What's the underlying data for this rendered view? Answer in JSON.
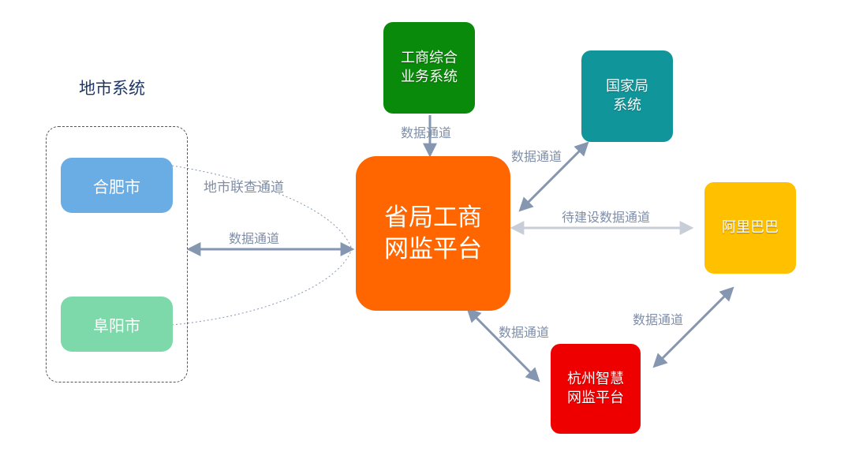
{
  "title": "地市系统",
  "nodes": {
    "hefei": "合肥市",
    "fuyang": "阜阳市",
    "central_line1": "省局工商",
    "central_line2": "网监平台",
    "gongshang_line1": "工商综合",
    "gongshang_line2": "业务系统",
    "guojiaju_line1": "国家局",
    "guojiaju_line2": "系统",
    "alibaba": "阿里巴巴",
    "hangzhou_line1": "杭州智慧",
    "hangzhou_line2": "网监平台"
  },
  "labels": {
    "city_link": "地市联查通道",
    "data_left": "数据通道",
    "data_top": "数据通道",
    "data_guojiaju": "数据通道",
    "pending": "待建设数据通道",
    "data_hangzhou": "数据通道",
    "data_alibaba": "数据通道"
  },
  "colors": {
    "hefei": "#6aade4",
    "fuyang": "#7dd9aa",
    "central": "#ff6600",
    "gongshang": "#0a8a0a",
    "guojiaju": "#10969a",
    "alibaba": "#ffc000",
    "hangzhou": "#ee0000",
    "arrow": "#8496b0",
    "arrow_pending": "#c8ced8"
  }
}
